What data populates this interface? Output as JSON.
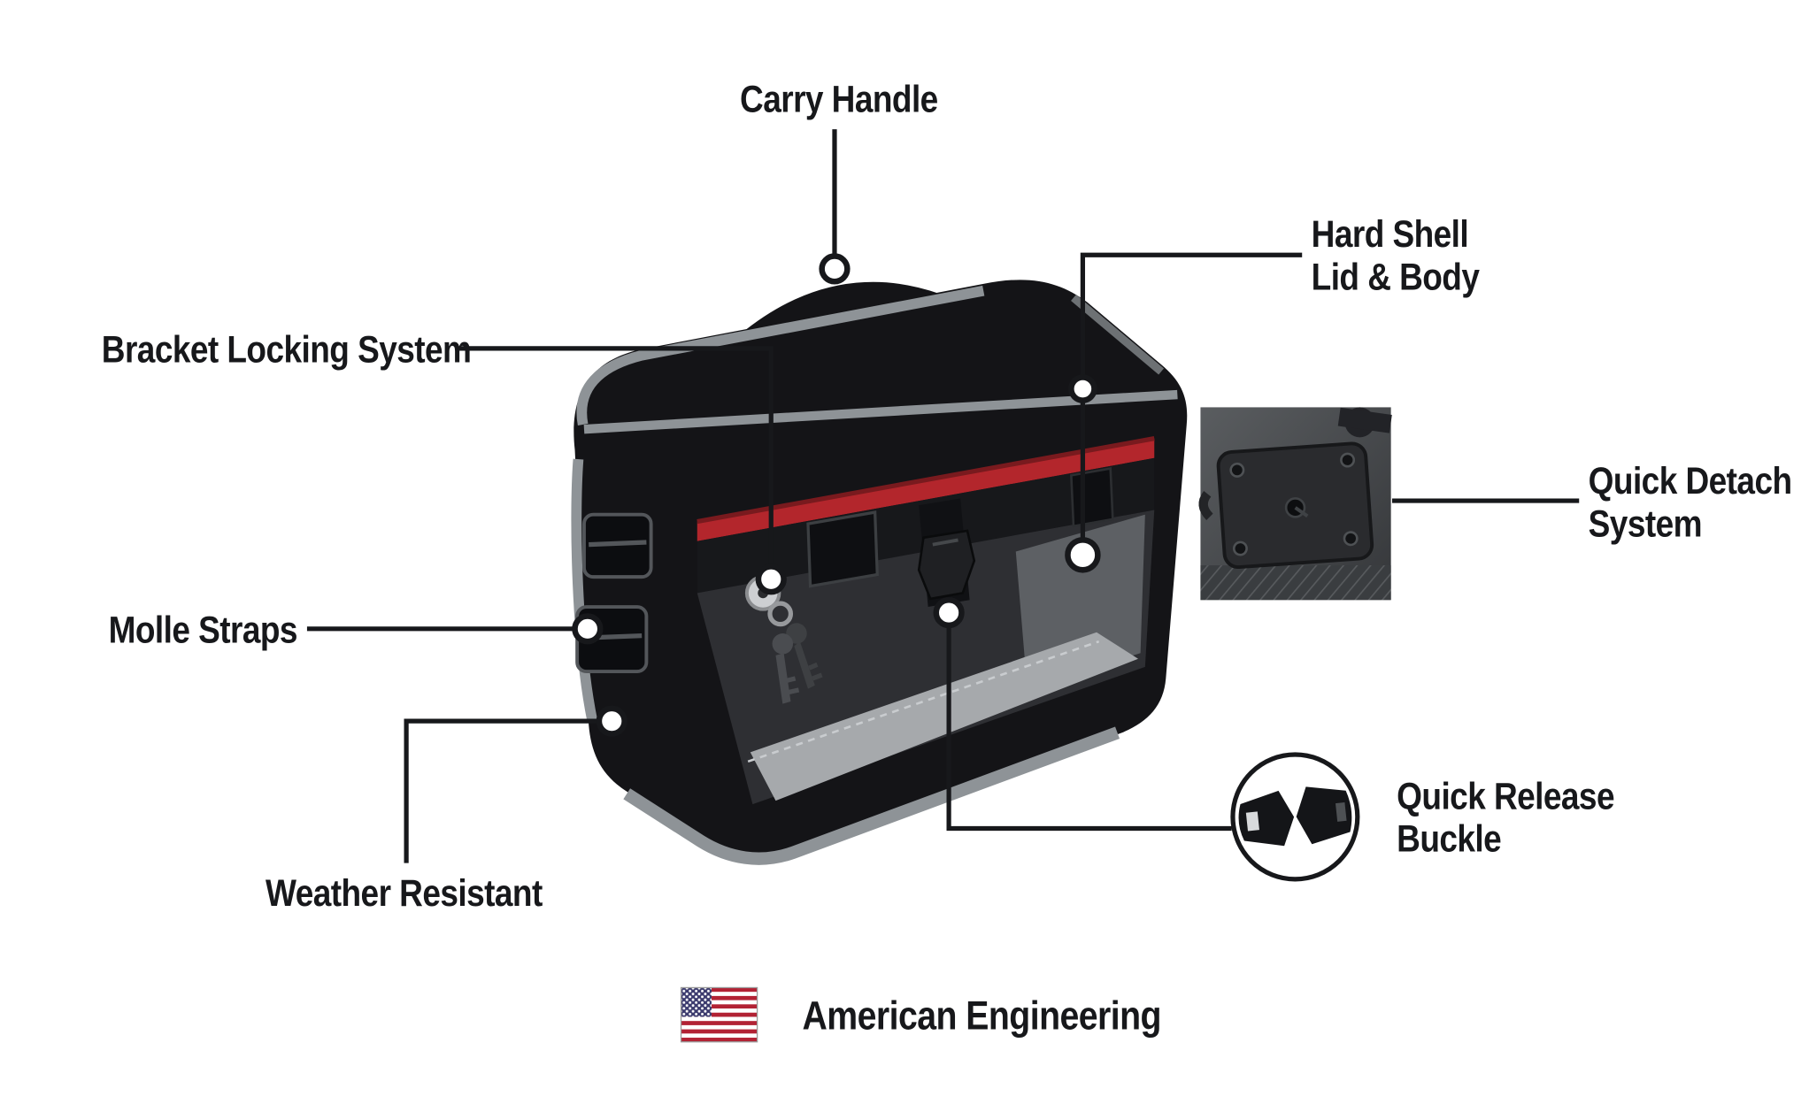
{
  "diagram": {
    "type": "product-feature-callout",
    "background": "#ffffff",
    "ink_color": "#17181b",
    "accent_red": "#b3262c",
    "trim_gray": "#8e9397"
  },
  "callouts": {
    "carry_handle": {
      "label": "Carry Handle"
    },
    "hard_shell": {
      "line1": "Hard Shell",
      "line2": "Lid & Body"
    },
    "bracket_locking": {
      "label": "Bracket Locking System"
    },
    "quick_detach": {
      "line1": "Quick Detach",
      "line2": "System"
    },
    "molle_straps": {
      "label": "Molle Straps"
    },
    "weather_resistant": {
      "label": "Weather Resistant"
    },
    "quick_release": {
      "line1": "Quick Release",
      "line2": "Buckle"
    }
  },
  "footer": {
    "flag_icon": "us-flag-icon",
    "text": "American Engineering"
  }
}
